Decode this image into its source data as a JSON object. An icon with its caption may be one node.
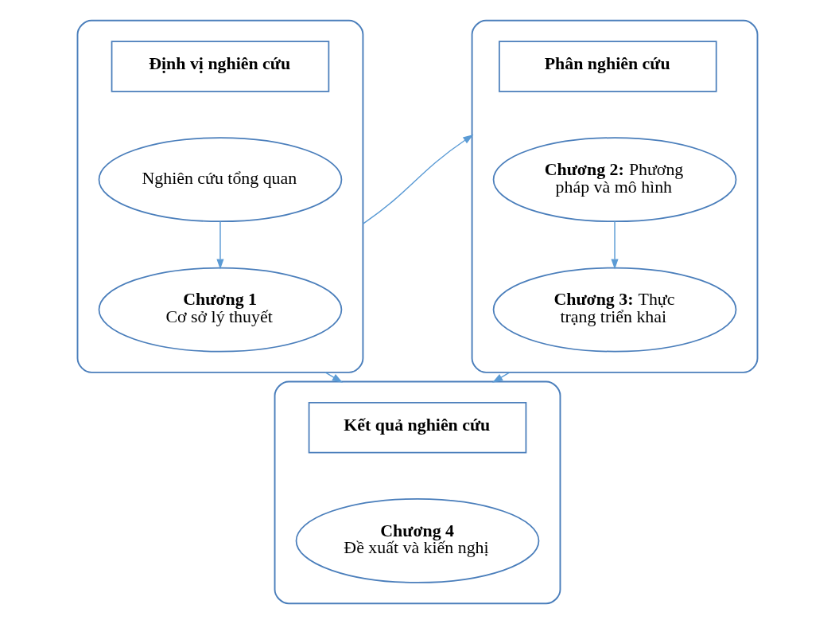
{
  "diagram": {
    "nodes": [
      {
        "text": [],
        "shape": "box"
      },
      {
        "text": [
          "Định vị nghiên cứu"
        ],
        "in": 0
      },
      {
        "text": [
          "Nghiên cứu tổng quan"
        ],
        "in": 0
      },
      {
        "text": [
          "Chương 1",
          "Cơ sở lý thuyết"
        ],
        "in": 0
      },
      {
        "text": [],
        "shape": "box"
      },
      {
        "text": [
          "Phân nghiên cứu"
        ],
        "in": 4
      },
      {
        "text": [
          "**Chương 2:** Phương pháp và mô hình"
        ],
        "in": 4
      },
      {
        "text": [
          "**Chương 3:** Thực trạng triển khai"
        ],
        "in": 4
      },
      {
        "text": [],
        "shape": "box"
      },
      {
        "text": [
          "Kết quả nghiên cứu"
        ],
        "in": 8
      },
      {
        "text": [
          "Chương 4",
          "Đề xuất và kiến nghị"
        ],
        "in": 8
      }
    ],
    "edges": [
      {
        "from": 2,
        "to": 3,
        "arrow": "to"
      },
      {
        "from": 0,
        "to": 4,
        "arrow": "to"
      },
      {
        "from": 0,
        "to": 8,
        "arrow": "to"
      },
      {
        "from": 6,
        "to": 7,
        "arrow": "to"
      },
      {
        "from": 4,
        "to": 8,
        "arrow": "to"
      }
    ]
  }
}
